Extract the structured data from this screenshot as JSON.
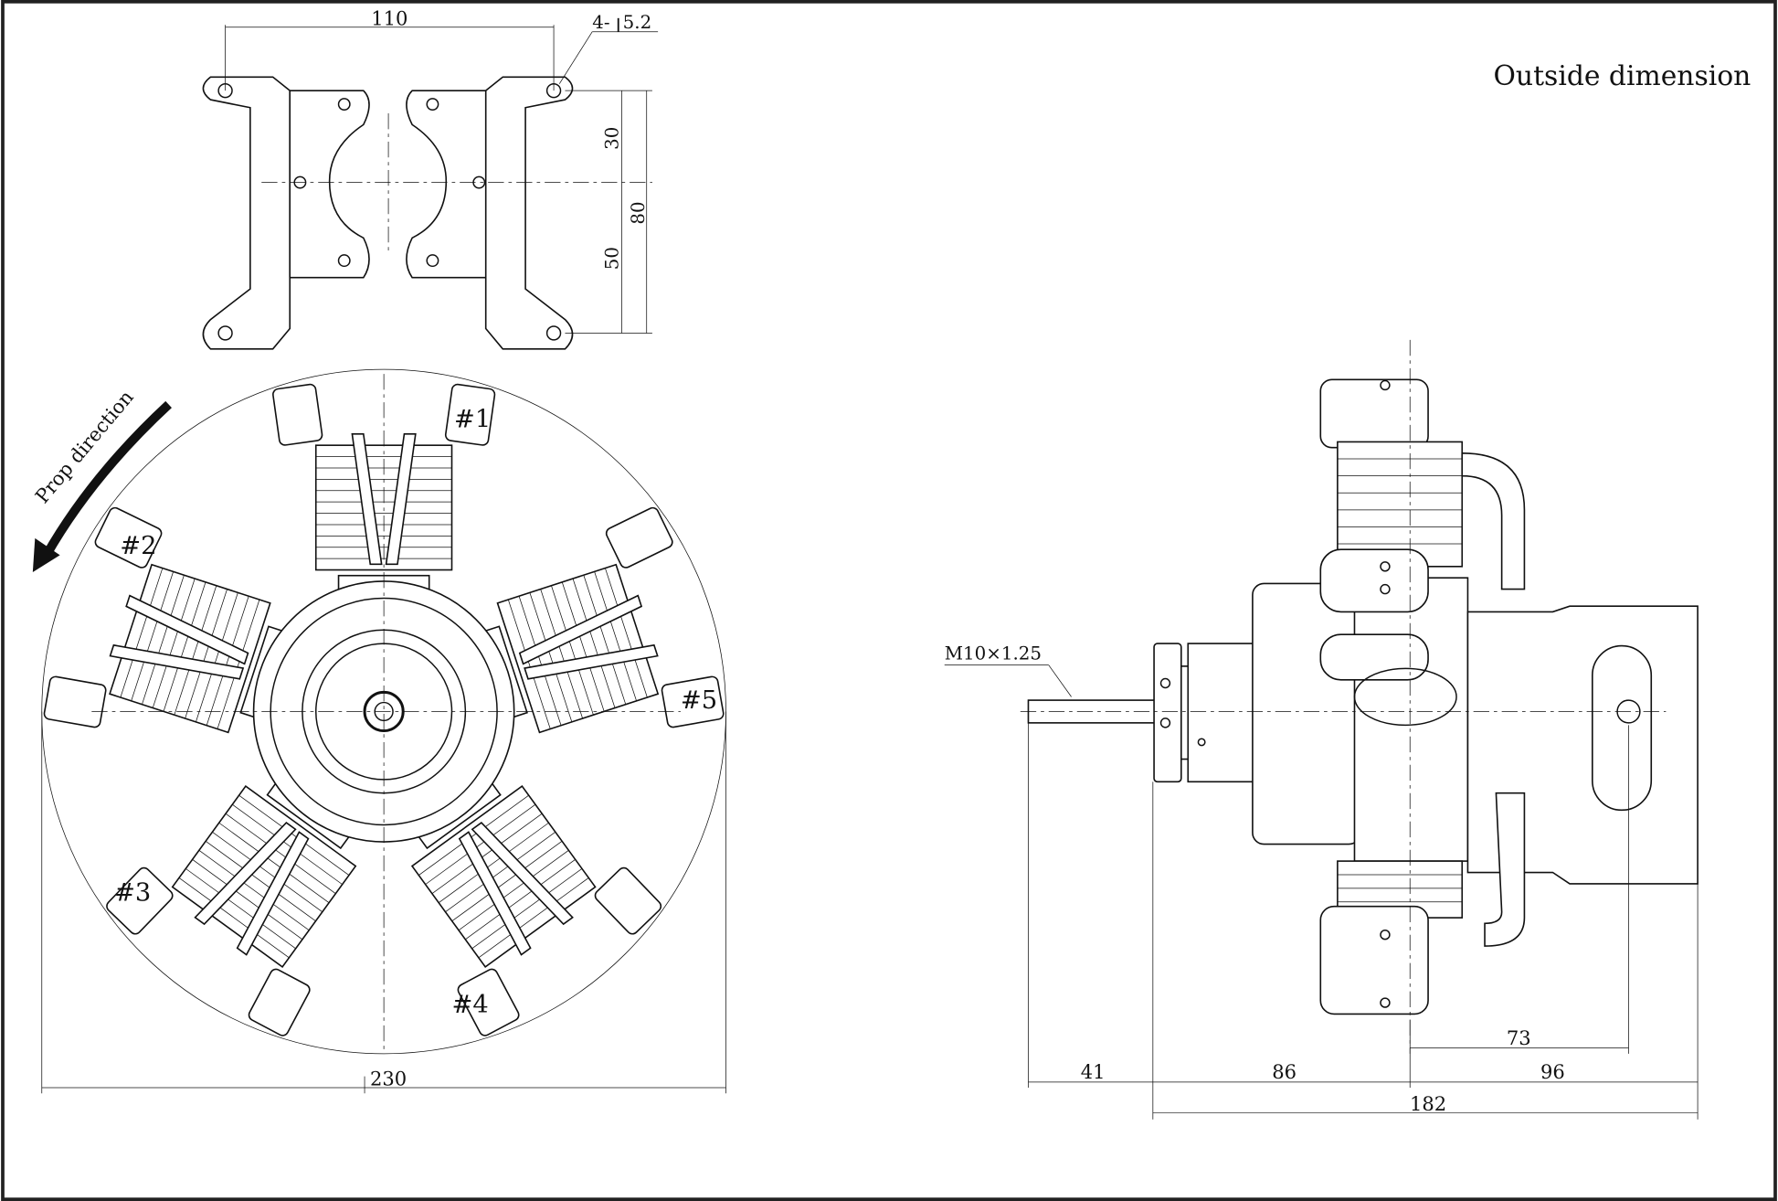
{
  "title": "Outside dimension",
  "mount": {
    "width_dim": "110",
    "hole_prefix": "4-",
    "hole_dim": "5.2",
    "dim_30": "30",
    "dim_50": "50",
    "dim_80": "80"
  },
  "front_view": {
    "prop_direction": "Prop direction",
    "cylinders": [
      "#1",
      "#2",
      "#3",
      "#4",
      "#5"
    ],
    "diameter_dim": "230"
  },
  "side_view": {
    "thread": "M10×1.25",
    "dims": {
      "d41": "41",
      "d86": "86",
      "d182": "182",
      "d73": "73",
      "d96": "96"
    }
  }
}
